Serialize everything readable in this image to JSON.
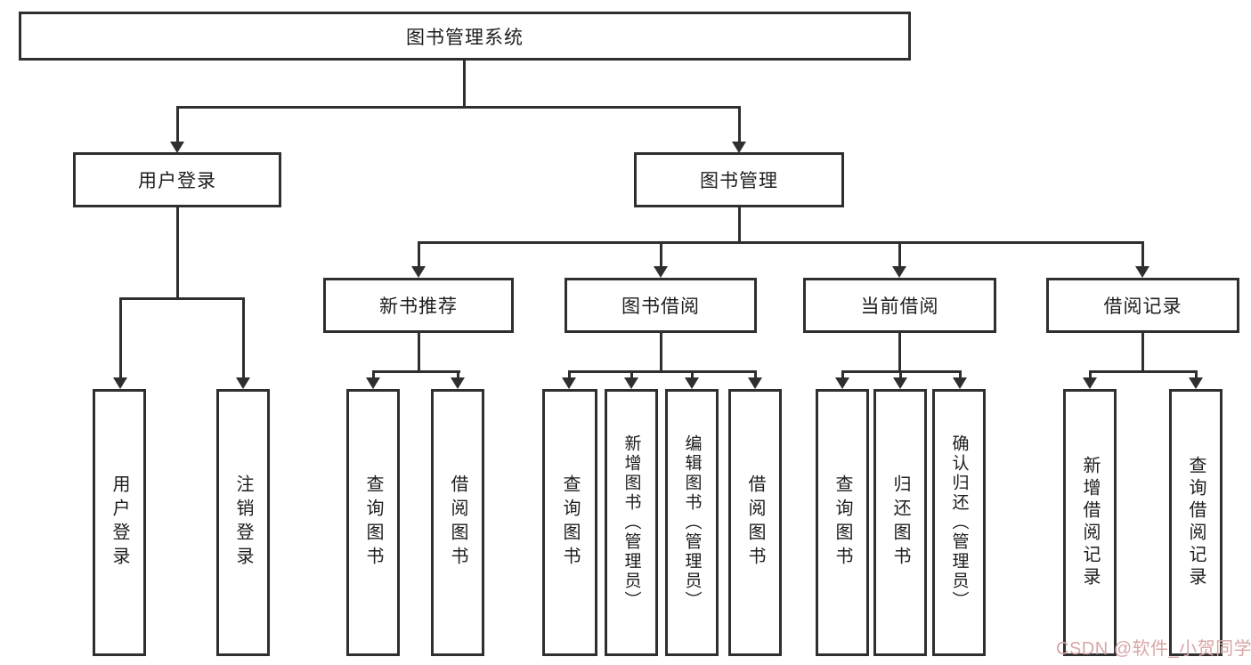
{
  "diagram": {
    "root": {
      "label": "图书管理系统",
      "children": [
        {
          "label": "用户登录",
          "children": [
            {
              "label": "用户登录"
            },
            {
              "label": "注销登录"
            }
          ]
        },
        {
          "label": "图书管理",
          "children": [
            {
              "label": "新书推荐",
              "children": [
                {
                  "label": "查询图书"
                },
                {
                  "label": "借阅图书"
                }
              ]
            },
            {
              "label": "图书借阅",
              "children": [
                {
                  "label": "查询图书"
                },
                {
                  "label": "新增图书（管理员）"
                },
                {
                  "label": "编辑图书（管理员）"
                },
                {
                  "label": "借阅图书"
                }
              ]
            },
            {
              "label": "当前借阅",
              "children": [
                {
                  "label": "查询图书"
                },
                {
                  "label": "归还图书"
                },
                {
                  "label": "确认归还（管理员）"
                }
              ]
            },
            {
              "label": "借阅记录",
              "children": [
                {
                  "label": "新增借阅记录"
                },
                {
                  "label": "查询借阅记录"
                }
              ]
            }
          ]
        }
      ]
    }
  },
  "watermark": {
    "text": "CSDN @软件_小贺同学"
  },
  "colors": {
    "line": "#2f2f2f",
    "box_border": "#2f2f2f",
    "text": "#1d1d1d",
    "watermark": "#d9a6a6",
    "background": "#ffffff"
  }
}
